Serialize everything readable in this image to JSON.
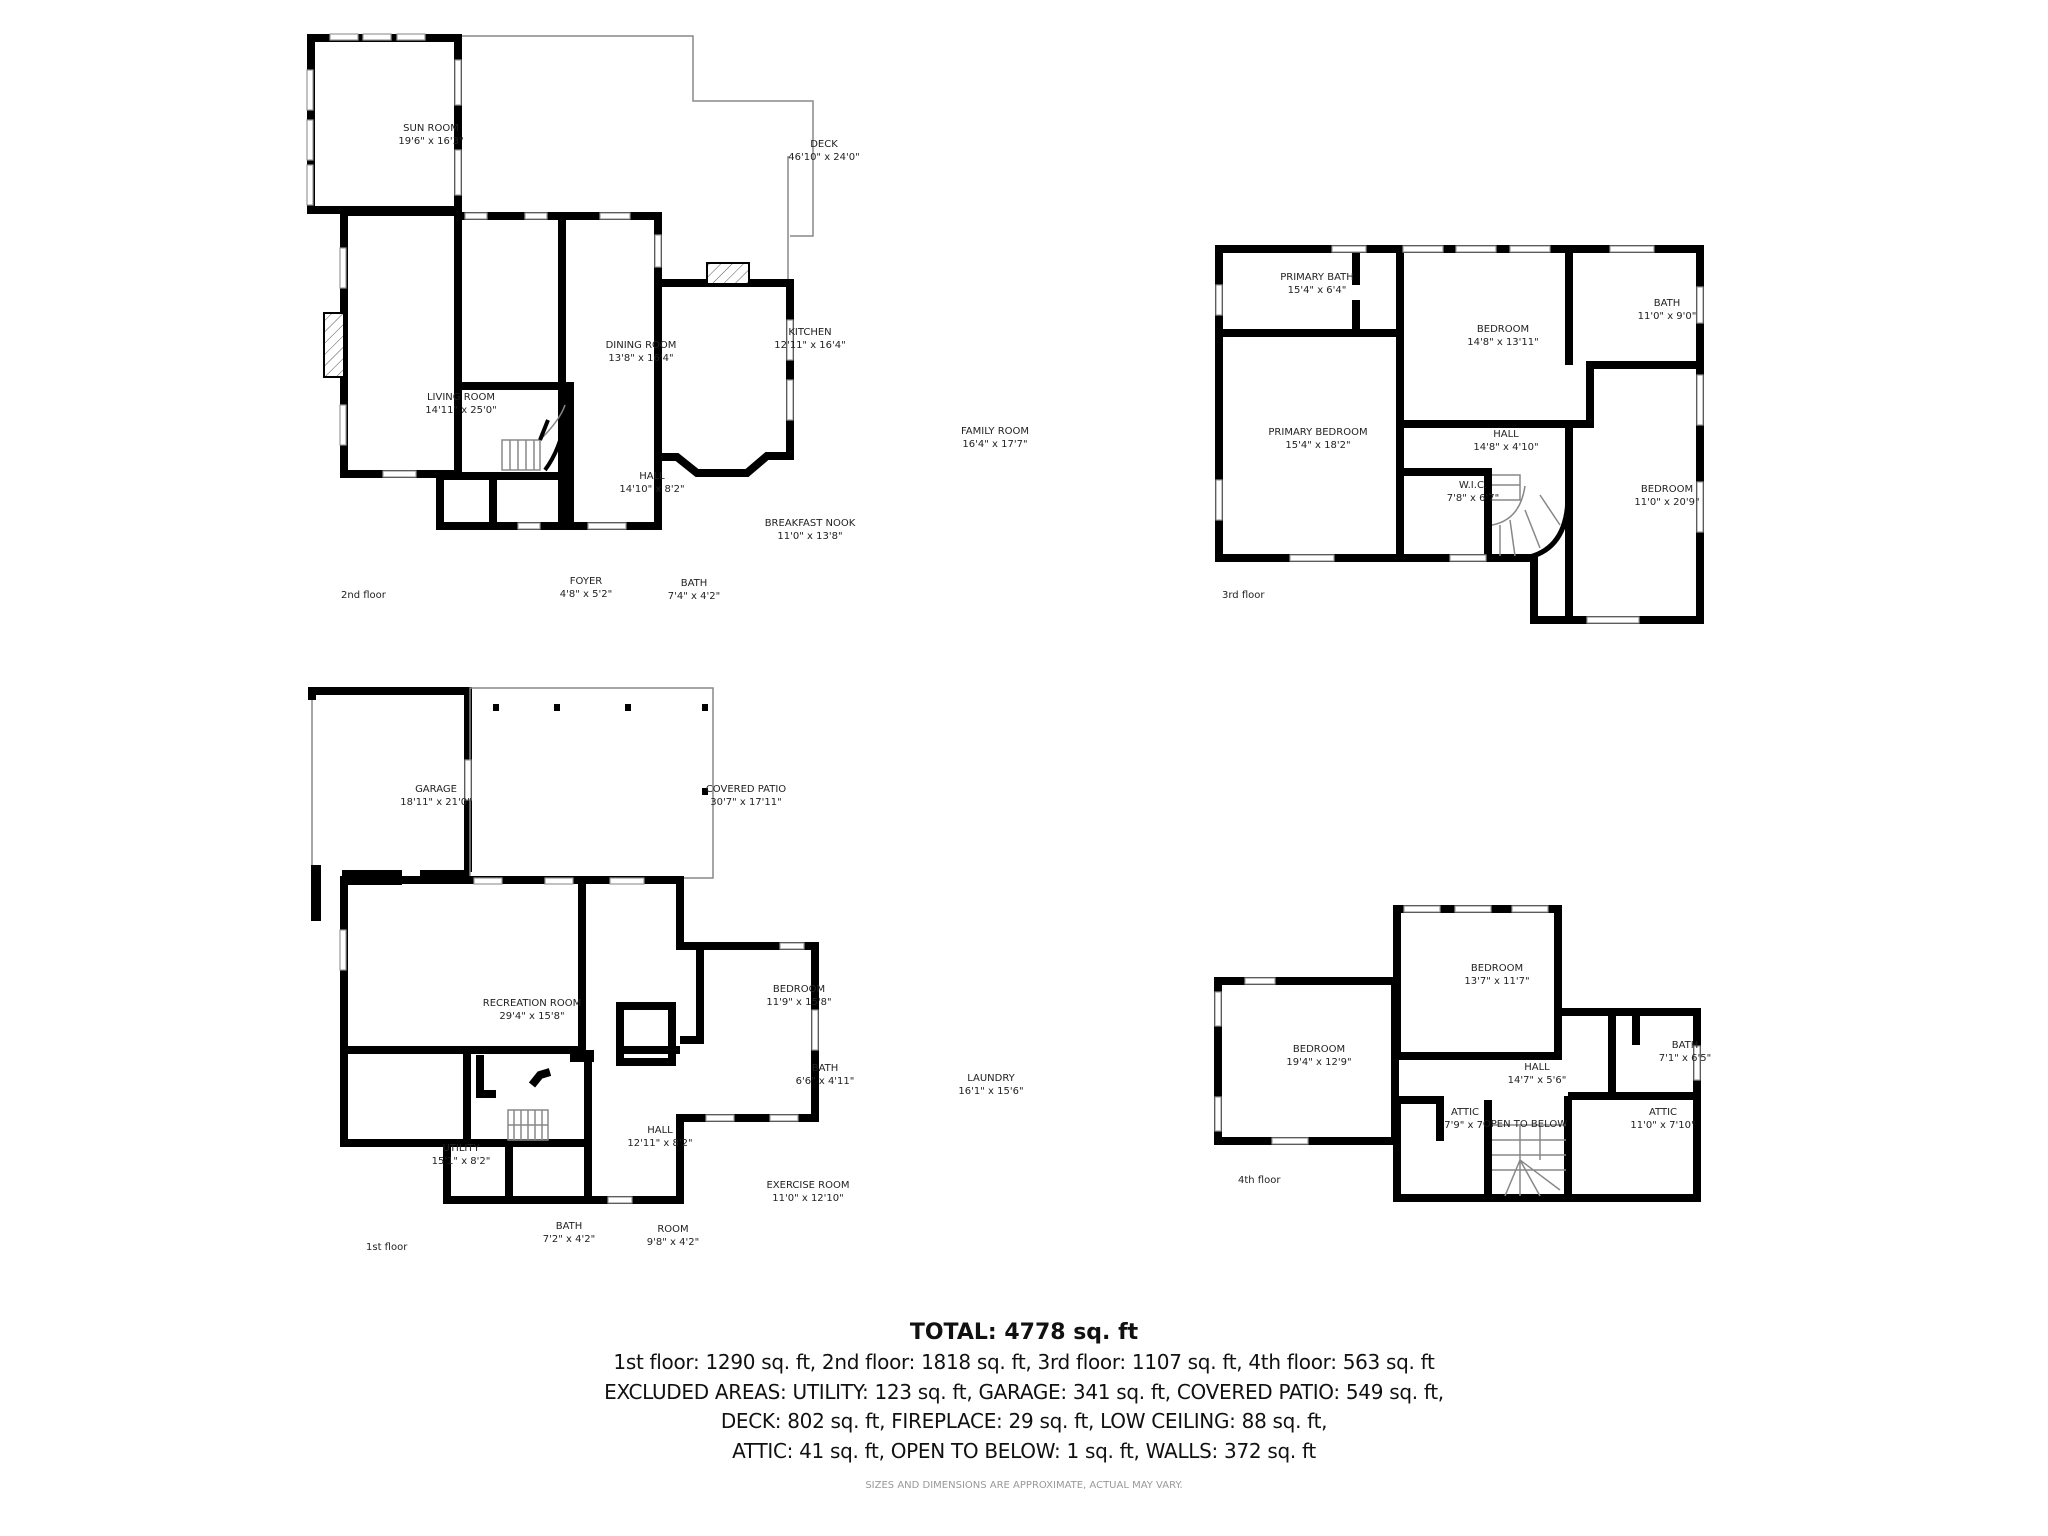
{
  "floors": [
    {
      "label": "2nd floor",
      "rooms": [
        {
          "name": "SUN ROOM",
          "dims": "19'6\" x 16'3\""
        },
        {
          "name": "DECK",
          "dims": "46'10\" x 24'0\""
        },
        {
          "name": "LIVING ROOM",
          "dims": "14'11\" x 25'0\""
        },
        {
          "name": "DINING ROOM",
          "dims": "13'8\" x 16'4\""
        },
        {
          "name": "KITCHEN",
          "dims": "12'11\" x 16'4\""
        },
        {
          "name": "FAMILY ROOM",
          "dims": "16'4\" x 17'7\""
        },
        {
          "name": "HALL",
          "dims": "14'10\" x 8'2\""
        },
        {
          "name": "BREAKFAST NOOK",
          "dims": "11'0\" x 13'8\""
        },
        {
          "name": "FOYER",
          "dims": "4'8\" x 5'2\""
        },
        {
          "name": "BATH",
          "dims": "7'4\" x 4'2\""
        }
      ]
    },
    {
      "label": "3rd floor",
      "rooms": [
        {
          "name": "PRIMARY BATH",
          "dims": "15'4\" x 6'4\""
        },
        {
          "name": "BEDROOM",
          "dims": "14'8\" x 13'11\""
        },
        {
          "name": "BATH",
          "dims": "11'0\" x 9'0\""
        },
        {
          "name": "PRIMARY BEDROOM",
          "dims": "15'4\" x 18'2\""
        },
        {
          "name": "HALL",
          "dims": "14'8\" x 4'10\""
        },
        {
          "name": "W.I.C.",
          "dims": "7'8\" x 6'7\""
        },
        {
          "name": "BEDROOM",
          "dims": "11'0\" x 20'9\""
        }
      ]
    },
    {
      "label": "1st floor",
      "rooms": [
        {
          "name": "GARAGE",
          "dims": "18'11\" x 21'0\""
        },
        {
          "name": "COVERED PATIO",
          "dims": "30'7\" x 17'11\""
        },
        {
          "name": "RECREATION ROOM",
          "dims": "29'4\" x 15'8\""
        },
        {
          "name": "BEDROOM",
          "dims": "11'9\" x 15'8\""
        },
        {
          "name": "BATH",
          "dims": "6'6\" x 4'11\""
        },
        {
          "name": "LAUNDRY",
          "dims": "16'1\" x 15'6\""
        },
        {
          "name": "UTILITY",
          "dims": "15'1\" x 8'2\""
        },
        {
          "name": "HALL",
          "dims": "12'11\" x 8'2\""
        },
        {
          "name": "EXERCISE ROOM",
          "dims": "11'0\" x 12'10\""
        },
        {
          "name": "BATH",
          "dims": "7'2\" x 4'2\""
        },
        {
          "name": "ROOM",
          "dims": "9'8\" x 4'2\""
        }
      ]
    },
    {
      "label": "4th floor",
      "rooms": [
        {
          "name": "BEDROOM",
          "dims": "19'4\" x 12'9\""
        },
        {
          "name": "BEDROOM",
          "dims": "13'7\" x 11'7\""
        },
        {
          "name": "BATH",
          "dims": "7'1\" x 6'5\""
        },
        {
          "name": "HALL",
          "dims": "14'7\" x 5'6\""
        },
        {
          "name": "ATTIC",
          "dims": "7'9\" x 7'"
        },
        {
          "name": "OPEN TO BELOW",
          "dims": ""
        },
        {
          "name": "ATTIC",
          "dims": "11'0\" x 7'10\""
        }
      ]
    }
  ],
  "summary": {
    "total": "TOTAL: 4778 sq. ft",
    "lines": [
      "1st floor: 1290 sq. ft, 2nd floor: 1818 sq. ft, 3rd floor: 1107 sq. ft, 4th floor: 563 sq. ft",
      "EXCLUDED AREAS: UTILITY: 123 sq. ft, GARAGE: 341 sq. ft, COVERED PATIO: 549 sq. ft,",
      "DECK: 802 sq. ft, FIREPLACE: 29 sq. ft, LOW CEILING: 88 sq. ft,",
      "ATTIC: 41 sq. ft, OPEN TO BELOW: 1 sq. ft, WALLS: 372 sq. ft"
    ],
    "disclaimer": "SIZES AND DIMENSIONS ARE APPROXIMATE, ACTUAL MAY VARY."
  }
}
